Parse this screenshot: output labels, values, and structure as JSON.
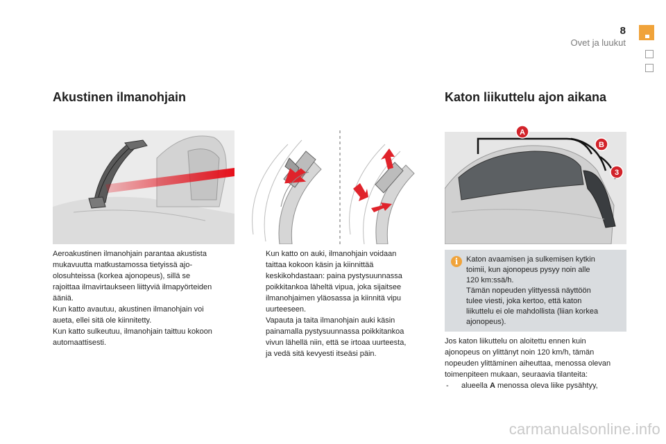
{
  "header": {
    "page_number": "8",
    "chapter_title": "Ovet ja luukut"
  },
  "left": {
    "title": "Akustinen ilmanohjain",
    "paragraph_lines": [
      "Aeroakustinen ilmanohjain parantaa akustista",
      "mukavuutta matkustamossa tietyissä ajo-",
      "olosuhteissa (korkea ajonopeus), sillä se",
      "rajoittaa ilmavirtaukseen liittyviä ilmapyörteiden",
      "ääniä.",
      "Kun katto avautuu, akustinen ilmanohjain voi",
      "aueta, ellei sitä ole kiinnitetty.",
      "Kun katto sulkeutuu, ilmanohjain taittuu kokoon",
      "automaattisesti."
    ]
  },
  "middle": {
    "bullet_mark": "",
    "bullets": [
      {
        "lines": [
          "Kun katto on auki, ilmanohjain voidaan",
          "taittaa kokoon käsin ja kiinnittää",
          "keskikohdastaan: paina pystysuunnassa",
          "poikkitankoa läheltä vipua, joka sijaitsee",
          "ilmanohjaimen yläosassa ja kiinnitä vipu",
          "uurteeseen."
        ]
      },
      {
        "lines": [
          "Vapauta ja taita ilmanohjain auki käsin",
          "painamalla pystysuunnassa poikkitankoa",
          "vivun lähellä niin, että se irtoaa uurteesta,",
          "ja vedä sitä kevyesti itseäsi päin."
        ]
      }
    ]
  },
  "right": {
    "title": "Katon liikuttelu ajon aikana",
    "callouts": [
      "A",
      "B",
      "3"
    ],
    "info_box": {
      "icon_glyph": "i",
      "lines": [
        "Katon avaamisen ja sulkemisen kytkin",
        "toimii, kun ajonopeus pysyy noin alle",
        "120 km:ssä/h.",
        "Tämän nopeuden ylittyessä näyttöön",
        "tulee viesti, joka kertoo, että katon",
        "liikuttelu ei ole mahdollista (liian korkea",
        "ajonopeus)."
      ]
    },
    "paragraph_lines": [
      "Jos katon liikuttelu on aloitettu ennen kuin",
      "ajonopeus on ylittänyt noin 120 km/h, tämän",
      "nopeuden ylittäminen aiheuttaa, menossa olevan",
      "toimenpiteen mukaan, seuraavia tilanteita:"
    ],
    "list_item": {
      "dash": "-",
      "prefix": "alueella",
      "bold": "A",
      "suffix": "menossa oleva liike pysähtyy,"
    }
  },
  "watermark": "carmanualsonline.info",
  "colors": {
    "accent": "#f0a33a",
    "info_box": "#d9dcdf",
    "callout_red": "#d2232a",
    "arrow_red": "#e0232b"
  }
}
